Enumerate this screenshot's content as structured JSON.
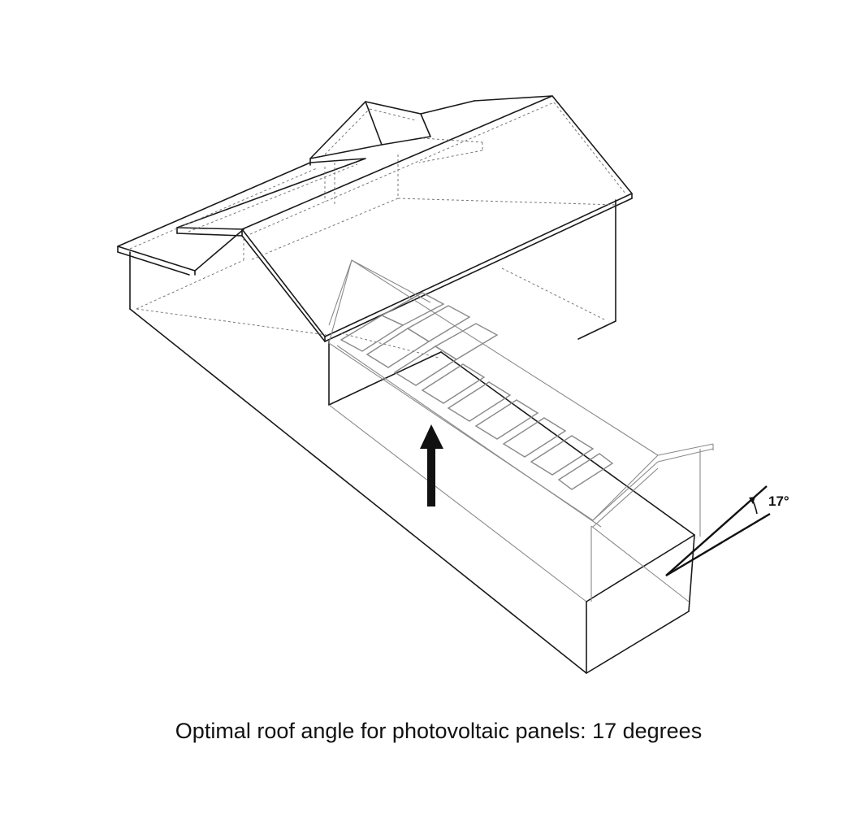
{
  "diagram": {
    "angle_label": "17°",
    "caption": "Optimal roof angle for photovoltaic panels: 17 degrees",
    "panel_count": 12
  }
}
